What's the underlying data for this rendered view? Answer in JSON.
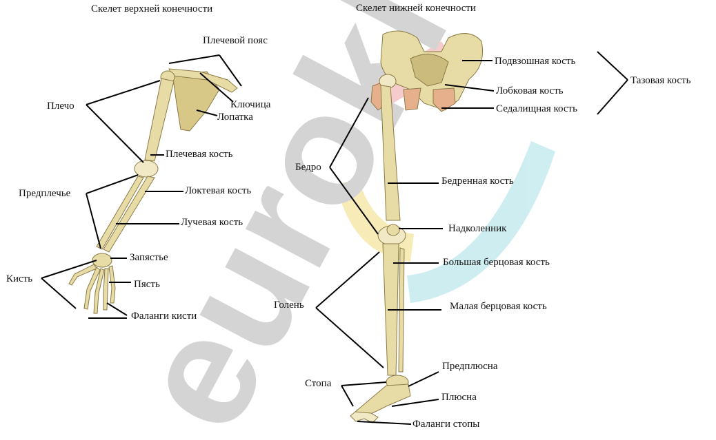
{
  "titles": {
    "upper": "Скелет верхней конечности",
    "lower": "Скелет нижней конечности"
  },
  "upper_labels": {
    "shoulder_girdle": "Плечевой пояс",
    "clavicle": "Ключица",
    "scapula": "Лопатка",
    "shoulder": "Плечо",
    "humerus": "Плечевая кость",
    "forearm": "Предплечье",
    "ulna": "Локтевая кость",
    "radius": "Лучевая кость",
    "wrist": "Запястье",
    "hand": "Кисть",
    "metacarpus": "Пясть",
    "hand_phalanges": "Фаланги кисти"
  },
  "lower_labels": {
    "ilium": "Подвзошная кость",
    "pubis": "Лобковая кость",
    "ischium": "Седалищная кость",
    "pelvic_bone": "Тазовая кость",
    "thigh": "Бедро",
    "femur": "Бедренная кость",
    "patella": "Надколенник",
    "tibia": "Большая берцовая кость",
    "fibula": "Малая берцовая кость",
    "shin": "Голень",
    "foot": "Стопа",
    "tarsus": "Предплюсна",
    "metatarsus": "Плюсна",
    "foot_phalanges": "Фаланги стопы"
  },
  "watermark": {
    "text": "eurokI"
  },
  "colors": {
    "bone": "#e8dca6",
    "bone_shade": "#c9b87a",
    "bone_outline": "#8a7a45",
    "hip_pink": "#e6b08c",
    "watermark_gray": "#d2d2d2",
    "watermark_red": "#f4c6c6",
    "watermark_yellow": "#f7eab0",
    "watermark_cyan": "#c9ecef",
    "line": "#000000"
  }
}
